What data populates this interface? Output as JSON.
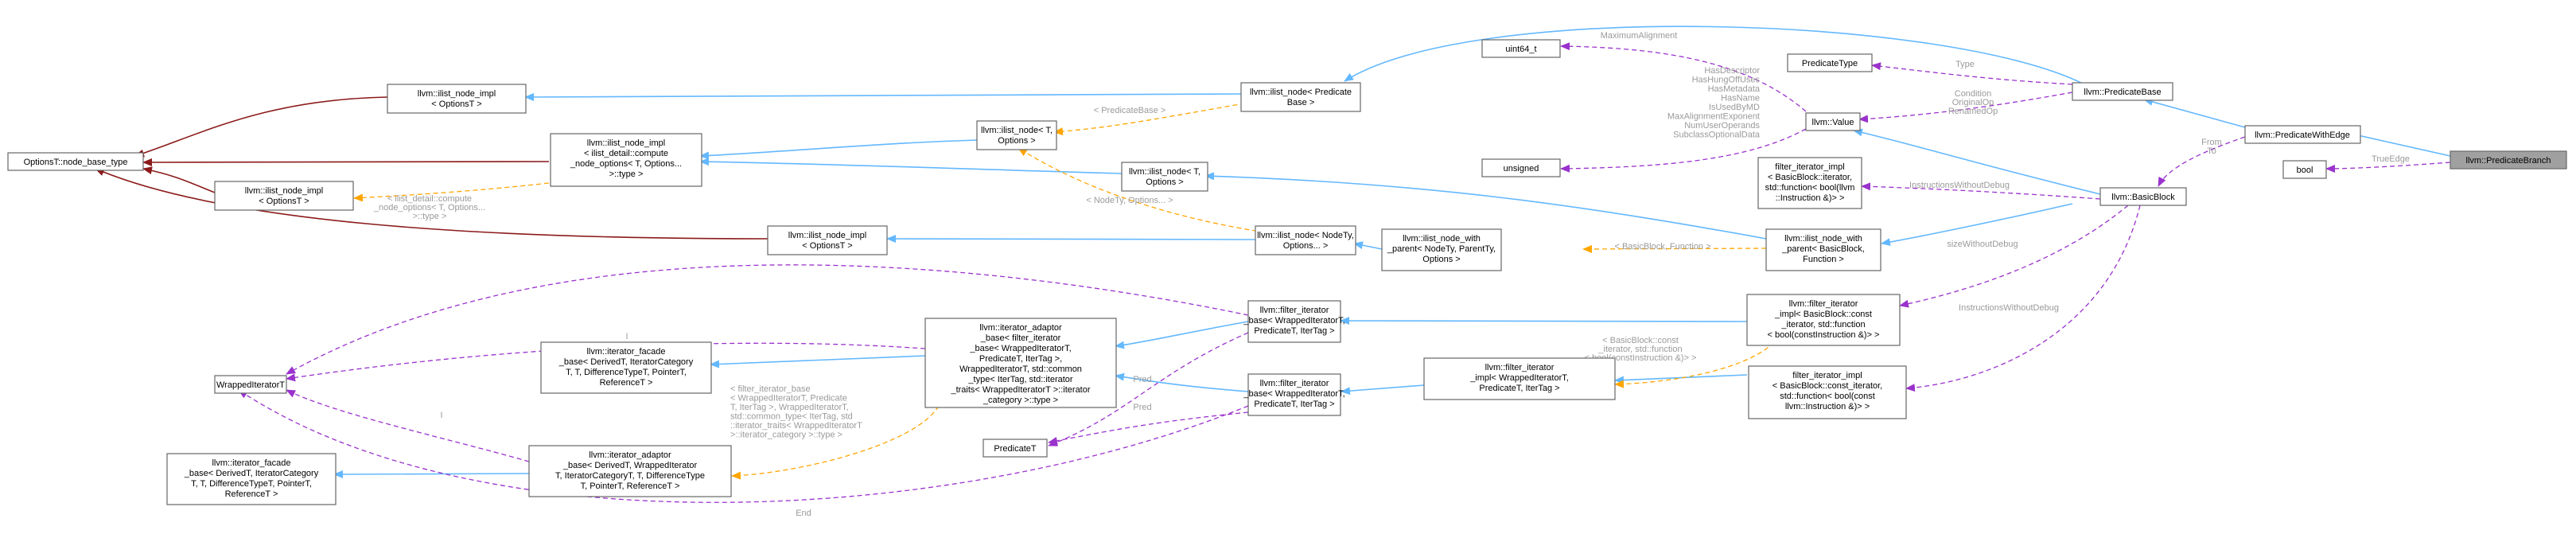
{
  "nodes": {
    "options_base": [
      "OptionsT::node_base_type"
    ],
    "ilist_node_impl_a": [
      "llvm::ilist_node_impl",
      "< OptionsT >"
    ],
    "ilist_node_impl_b": [
      "llvm::ilist_node_impl",
      "< OptionsT >"
    ],
    "ilist_node_impl_c": [
      "llvm::ilist_node_impl",
      "< OptionsT >"
    ],
    "ilist_node_impl_compute": [
      "llvm::ilist_node_impl",
      "< ilist_detail::compute",
      "_node_options< T, Options...",
      ">::type >"
    ],
    "ilist_node_t_options": [
      "llvm::ilist_node< T,",
      "Options >"
    ],
    "ilist_node_t_options2": [
      "llvm::ilist_node< T,",
      "Options >"
    ],
    "ilist_node_predicate_base": [
      "llvm::ilist_node< Predicate",
      "Base >"
    ],
    "ilist_node_nodety": [
      "llvm::ilist_node< NodeTy,",
      "Options... >"
    ],
    "ilist_node_with_parent": [
      "llvm::ilist_node_with",
      "_parent< NodeTy, ParentTy,",
      "Options >"
    ],
    "ilist_node_with_parent_bb": [
      "llvm::ilist_node_with",
      "_parent< BasicBlock,",
      "Function >"
    ],
    "uint64": [
      "uint64_t"
    ],
    "unsigned": [
      "unsigned"
    ],
    "predicate_type": [
      "PredicateType"
    ],
    "value": [
      "llvm::Value"
    ],
    "predicate_base": [
      "llvm::PredicateBase"
    ],
    "predicate_with_edge": [
      "llvm::PredicateWithEdge"
    ],
    "bool": [
      "bool"
    ],
    "predicate_branch": [
      "llvm::PredicateBranch"
    ],
    "basic_block": [
      "llvm::BasicBlock"
    ],
    "filter_iterator_impl_a": [
      "filter_iterator_impl",
      "< BasicBlock::iterator,",
      "std::function< bool(llvm",
      "::Instruction &)> >"
    ],
    "filter_iterator_impl_b": [
      "filter_iterator_impl",
      "< BasicBlock::const_iterator,",
      "std::function< bool(const",
      "llvm::Instruction &)> >"
    ],
    "llvm_filter_iterator_impl_bb": [
      "llvm::filter_iterator",
      "_impl< BasicBlock::const",
      "_iterator, std::function",
      "< bool(constInstruction &)> >"
    ],
    "llvm_filter_iterator_impl_w": [
      "llvm::filter_iterator",
      "_impl< WrappedIteratorT,",
      "PredicateT, IterTag >"
    ],
    "filter_iterator_base_a": [
      "llvm::filter_iterator",
      "_base< WrappedIteratorT,",
      "PredicateT, IterTag >"
    ],
    "filter_iterator_base_b": [
      "llvm::filter_iterator",
      "_base< WrappedIteratorT,",
      "PredicateT, IterTag >"
    ],
    "iterator_adaptor_a": [
      "llvm::iterator_adaptor",
      "_base< filter_iterator",
      "_base< WrappedIteratorT,",
      "PredicateT, IterTag >,",
      "WrappedIteratorT, std::common",
      "_type< IterTag, std::iterator",
      "_traits< WrappedIteratorT >::iterator",
      "_category >::type >"
    ],
    "iterator_facade_a": [
      "llvm::iterator_facade",
      "_base< DerivedT, IteratorCategory",
      "T, T, DifferenceTypeT, PointerT,",
      "ReferenceT >"
    ],
    "iterator_facade_b": [
      "llvm::iterator_facade",
      "_base< DerivedT, IteratorCategory",
      "T, T, DifferenceTypeT, PointerT,",
      "ReferenceT >"
    ],
    "iterator_adaptor_b": [
      "llvm::iterator_adaptor",
      "_base< DerivedT, WrappedIterator",
      "T, IteratorCategoryT, T, DifferenceType",
      "T, PointerT, ReferenceT >"
    ],
    "wrapped_iterator": [
      "WrappedIteratorT"
    ],
    "predicate_t": [
      "PredicateT"
    ]
  },
  "edge_labels": {
    "maximum_alignment": [
      "MaximumAlignment"
    ],
    "value_fields": [
      "HasDescriptor",
      "HasHungOffUses",
      "HasMetadata",
      "HasName",
      "IsUsedByMD",
      "MaxAlignmentExponent",
      "NumUserOperands",
      "SubclassOptionalData"
    ],
    "type": [
      "Type"
    ],
    "condition": [
      "Condition",
      "OriginalOp",
      "RenamedOp"
    ],
    "from_to": [
      "From",
      "To"
    ],
    "true_edge": [
      "TrueEdge"
    ],
    "predicate_base_tpl": [
      "< PredicateBase >"
    ],
    "ilist_compute_tpl": [
      "< ilist_detail::compute",
      "_node_options< T, Options...",
      ">::type >"
    ],
    "nodety_options_tpl": [
      "< NodeTy, Options... >"
    ],
    "bb_function_tpl": [
      "< BasicBlock, Function >"
    ],
    "instructions_without_debug_a": [
      "InstructionsWithoutDebug"
    ],
    "size_without_debug": [
      "sizeWithoutDebug"
    ],
    "instructions_without_debug_b": [
      "InstructionsWithoutDebug"
    ],
    "bb_const_iter_tpl": [
      "< BasicBlock::const",
      "_iterator, std::function",
      "< bool(constInstruction &)> >"
    ],
    "end_top": [
      "End"
    ],
    "i_mid": [
      "I"
    ],
    "pred_a": [
      "Pred"
    ],
    "pred_b": [
      "Pred"
    ],
    "i_low": [
      "I"
    ],
    "end_bottom": [
      "End"
    ],
    "filter_base_tpl": [
      "< filter_iterator_base",
      "< WrappedIteratorT, Predicate",
      "T, IterTag >, WrappedIteratorT,",
      "std::common_type< IterTag, std",
      "::iterator_traits< WrappedIteratorT",
      ">::iterator_category >::type >"
    ]
  }
}
